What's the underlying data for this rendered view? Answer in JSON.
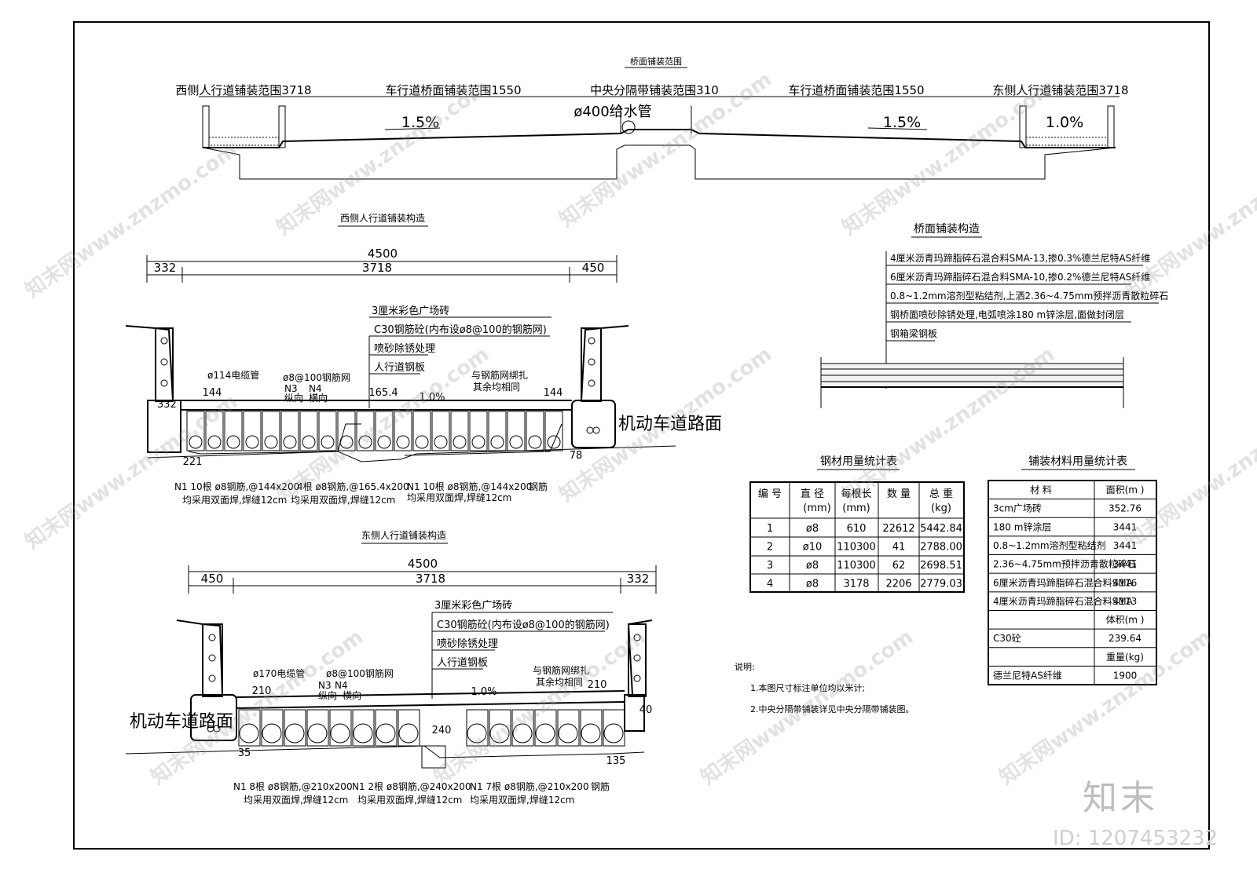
{
  "sections": {
    "top_title": "桥面铺装范围",
    "west_title": "西侧人行道铺装构造",
    "east_title": "东侧人行道铺装构造",
    "deck_title": "桥面铺装构造",
    "steel_table_title": "钢材用量统计表",
    "paving_table_title": "铺装材料用量统计表"
  },
  "top_section": {
    "labels": [
      "西侧人行道铺装范围3718",
      "车行道桥面铺装范围1550",
      "中央分隔带铺装范围310",
      "车行道桥面铺装范围1550",
      "东侧人行道铺装范围3718"
    ],
    "slopes": [
      "1.5%",
      "1.5%",
      "1.0%"
    ],
    "pipe_label": "ø400给水管"
  },
  "west": {
    "dims_top": [
      "4500",
      "332",
      "3718",
      "450"
    ],
    "layers": [
      "3厘米彩色广场砖",
      "C30钢筋砼(内布设ø8@100的钢筋网)",
      "喷砂除锈处理",
      "人行道钢板"
    ],
    "pipe": "ø114电缆管",
    "mesh": "ø8@100钢筋网",
    "n3": "N3",
    "n4": "N4",
    "longi": "纵向",
    "trans": "横向",
    "tie": "与钢筋网绑扎",
    "tie2": "其余均相同",
    "d144a": "144",
    "d332": "332",
    "d165": "165.4",
    "slope": "1.0%",
    "d144b": "144",
    "d221": "221",
    "d78": "78",
    "road": "机动车道路面",
    "notes": [
      "N1 10根 ø8钢筋,@144x200",
      "4根 ø8钢筋,@165.4x200",
      "N1 10根 ø8钢筋,@144x200",
      "钢筋"
    ],
    "weld": [
      "均采用双面焊,焊缝12cm",
      "均采用双面焊,焊缝12cm",
      "均采用双面焊,焊缝12cm"
    ]
  },
  "east": {
    "dims_top": [
      "4500",
      "450",
      "3718",
      "332"
    ],
    "layers": [
      "3厘米彩色广场砖",
      "C30钢筋砼(内布设ø8@100的钢筋网)",
      "喷砂除锈处理",
      "人行道钢板"
    ],
    "pipe": "ø170电缆管",
    "mesh": "ø8@100钢筋网",
    "n3": "N3",
    "n4": "N4",
    "longi": "纵向",
    "trans": "横向",
    "tie": "与钢筋网绑扎",
    "tie2": "其余均相同",
    "d210a": "210",
    "d210b": "210",
    "slope": "1.0%",
    "d240": "240",
    "d35": "35",
    "d135": "135",
    "d40": "40",
    "road": "机动车道路面",
    "notes": [
      "N1 8根 ø8钢筋,@210x200",
      "N1 2根 ø8钢筋,@240x200",
      "N1 7根 ø8钢筋,@210x200",
      "钢筋"
    ],
    "weld": [
      "均采用双面焊,焊缝12cm",
      "均采用双面焊,焊缝12cm",
      "均采用双面焊,焊缝12cm"
    ]
  },
  "deck_layers": [
    "4厘米沥青玛蹄脂碎石混合料SMA-13,掺0.3%德兰尼特AS纤维",
    "6厘米沥青玛蹄脂碎石混合料SMA-10,掺0.2%德兰尼特AS纤维",
    "0.8~1.2mm溶剂型粘结剂,上洒2.36~4.75mm预拌沥青散粒碎石",
    "钢桥面喷砂除锈处理,电弧喷涂180 m锌涂层,面做封闭层",
    "钢箱梁钢板"
  ],
  "steel_table": {
    "headers": [
      "编 号",
      "直 径",
      "(mm)",
      "每根长",
      "(mm)",
      "数 量",
      "总 重",
      "(kg)"
    ],
    "rows": [
      [
        "1",
        "ø8",
        "610",
        "22612",
        "5442.84"
      ],
      [
        "2",
        "ø10",
        "110300",
        "41",
        "2788.00"
      ],
      [
        "3",
        "ø8",
        "110300",
        "62",
        "2698.51"
      ],
      [
        "4",
        "ø8",
        "3178",
        "2206",
        "2779.03"
      ]
    ]
  },
  "paving_table": {
    "headers": [
      "材 料",
      "面积(m )"
    ],
    "rows": [
      [
        "3cm广场砖",
        "352.76"
      ],
      [
        "180 m锌涂层",
        "3441"
      ],
      [
        "0.8~1.2mm溶剂型粘结剂",
        "3441"
      ],
      [
        "2.36~4.75mm预拌沥青散粒碎石",
        "3441"
      ],
      [
        "6厘米沥青玛蹄脂碎石混合料SMA",
        "4116"
      ],
      [
        "4厘米沥青玛蹄脂碎石混合料SMA",
        "4113"
      ]
    ],
    "vol_header": "体积(m )",
    "vol_rows": [
      [
        "C30砼",
        "239.64"
      ]
    ],
    "wt_header": "重量(kg)",
    "wt_rows": [
      [
        "德兰尼特AS纤维",
        "1900"
      ]
    ]
  },
  "notes": {
    "title": "说明:",
    "items": [
      "1.本图尺寸标注单位均以米计;",
      "2.中央分隔带铺装详见中央分隔带铺装图。"
    ]
  },
  "watermark": {
    "text": "知末网www.znzmo.com",
    "logo": "知末",
    "image_id": "ID: 1207453232"
  }
}
